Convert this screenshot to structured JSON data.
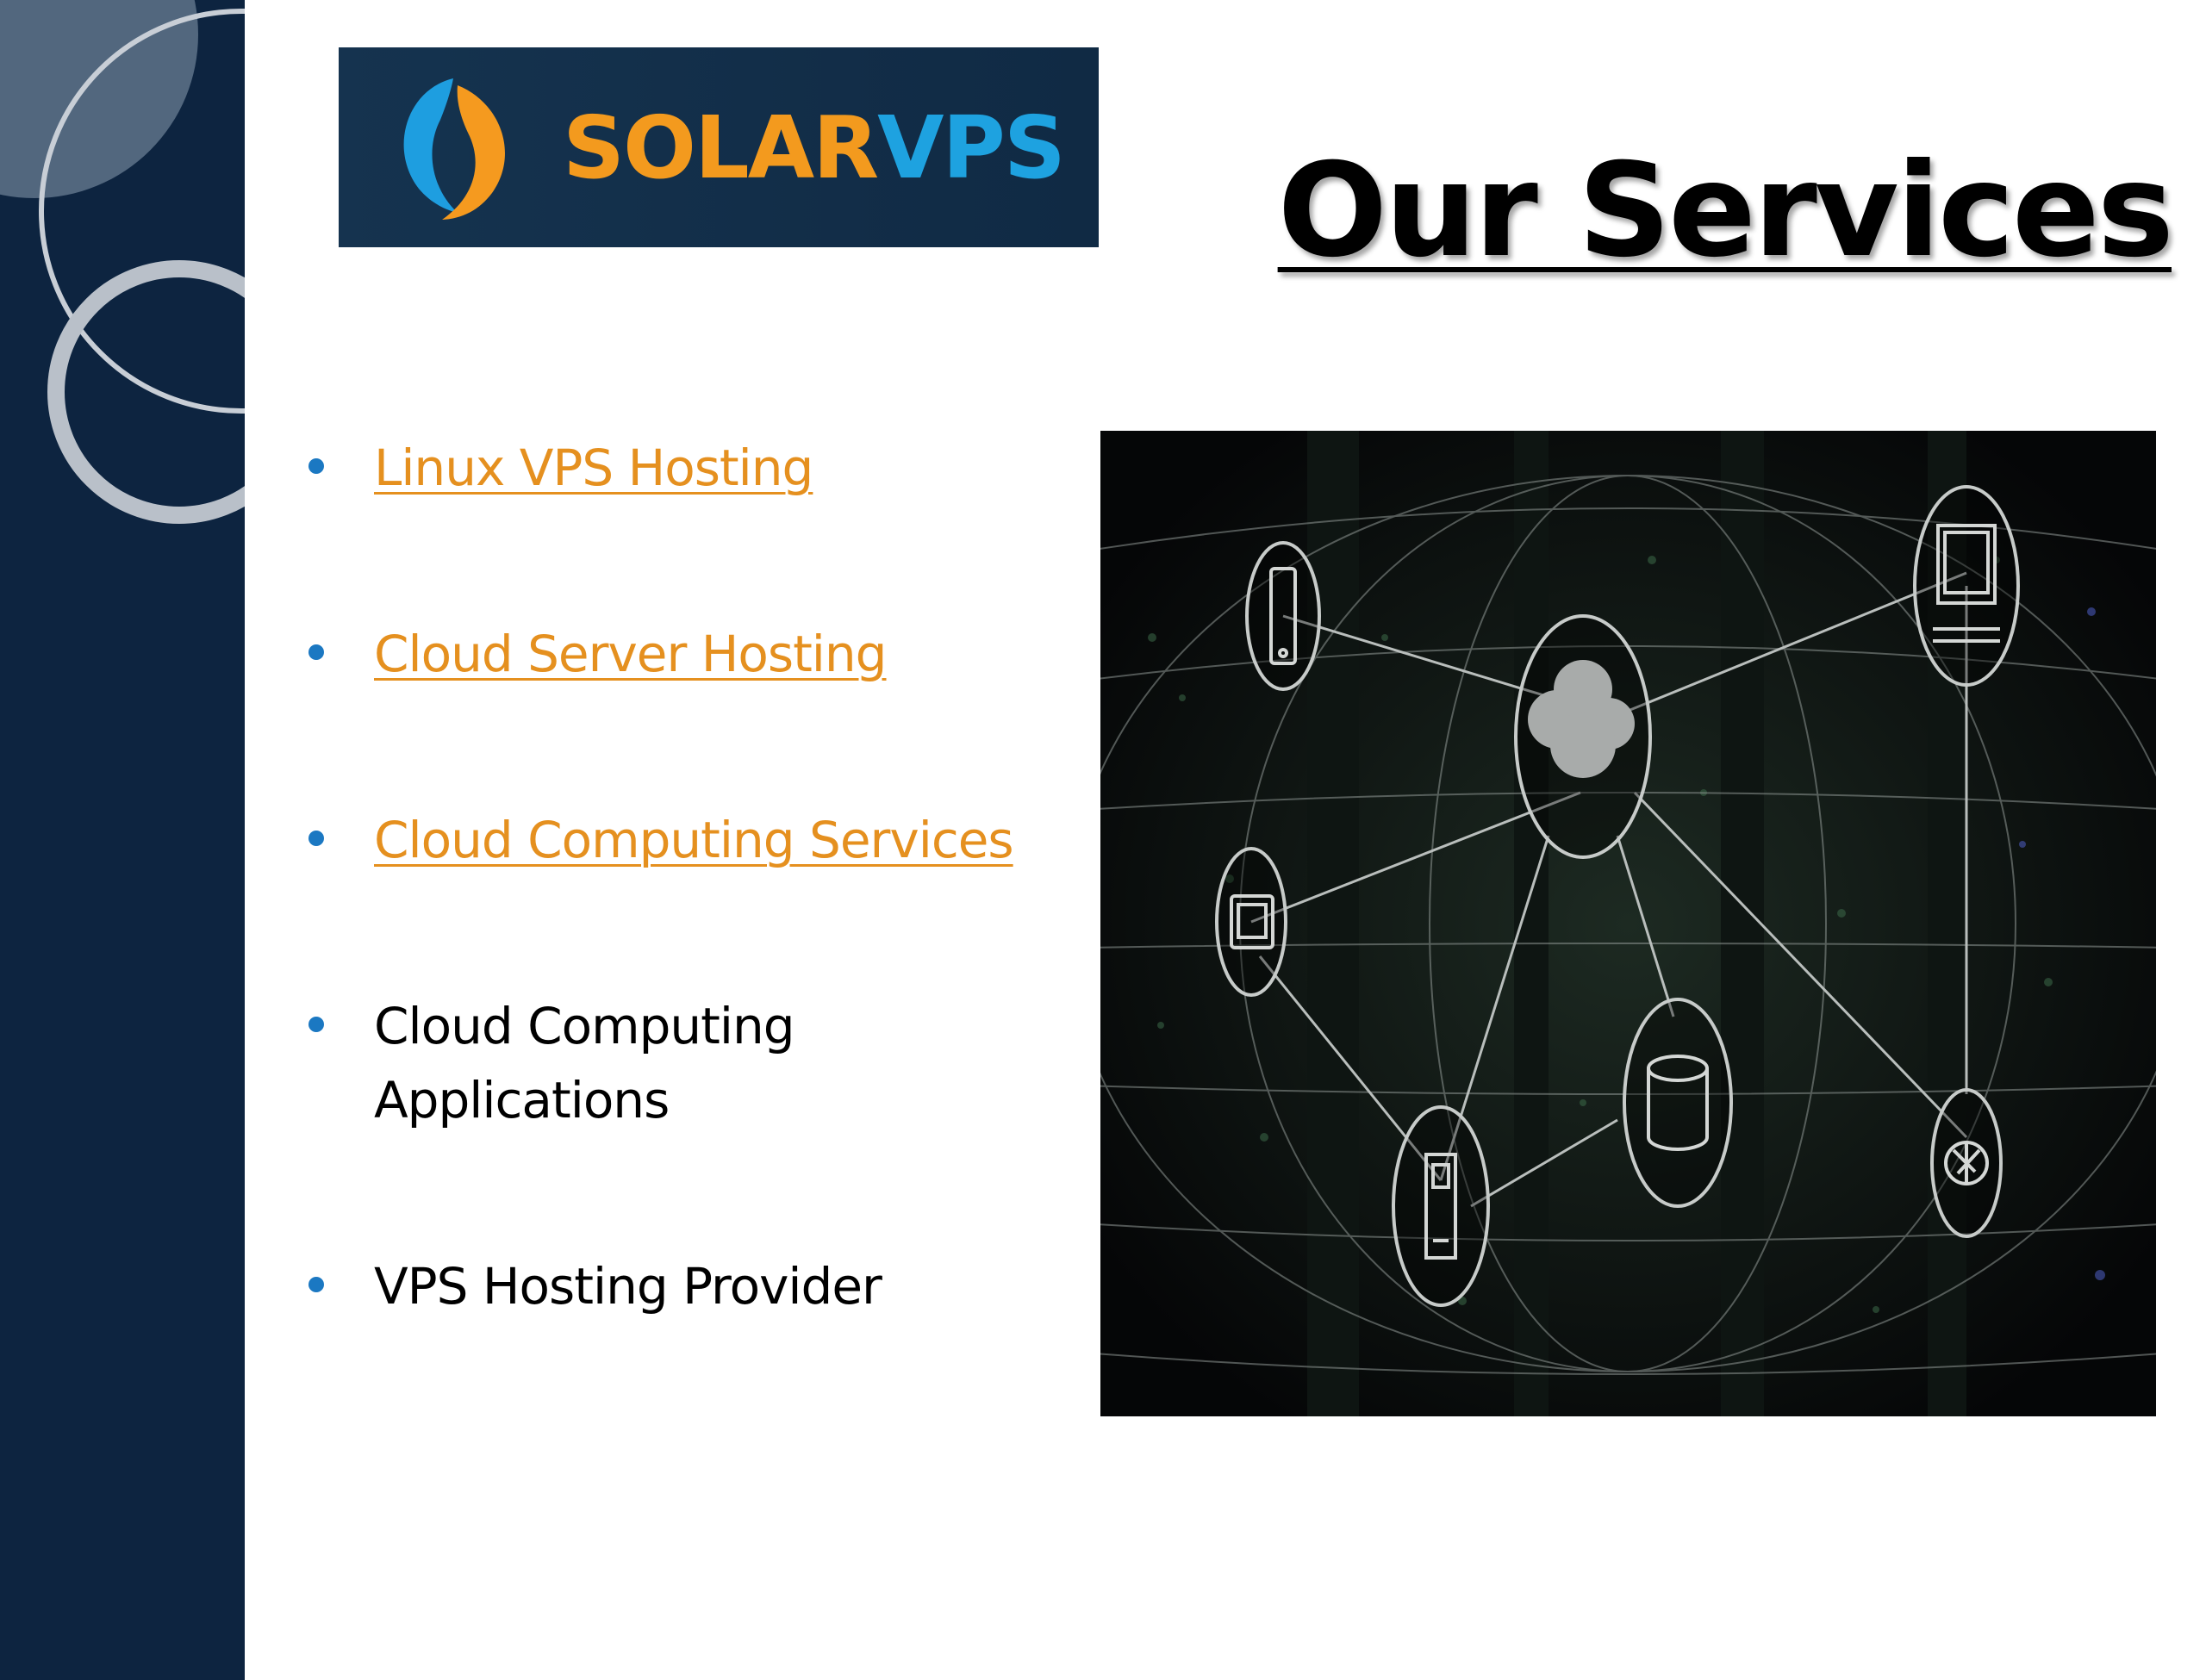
{
  "slide": {
    "title": "Our Services",
    "logo": {
      "text_solar": "SOLAR",
      "text_vps": "VPS",
      "colors": {
        "solar": "#f39a1e",
        "vps": "#1ea2e0",
        "background": "#12304b"
      }
    },
    "services": [
      {
        "label": "Linux VPS Hosting",
        "link": true
      },
      {
        "label": "Cloud Server Hosting",
        "link": true
      },
      {
        "label": "Cloud Computing Services",
        "link": true
      },
      {
        "label": "Cloud Computing Applications",
        "link": false
      },
      {
        "label": "VPS Hosting Provider",
        "link": false
      }
    ],
    "image": {
      "icons": [
        "phone-icon",
        "tablet-icon",
        "cloud-icon",
        "monitor-icon",
        "database-icon",
        "server-icon",
        "aperture-icon"
      ]
    },
    "colors": {
      "sidebar": "#0d2440",
      "link": "#e5901f",
      "bullet": "#1b78c2"
    }
  }
}
